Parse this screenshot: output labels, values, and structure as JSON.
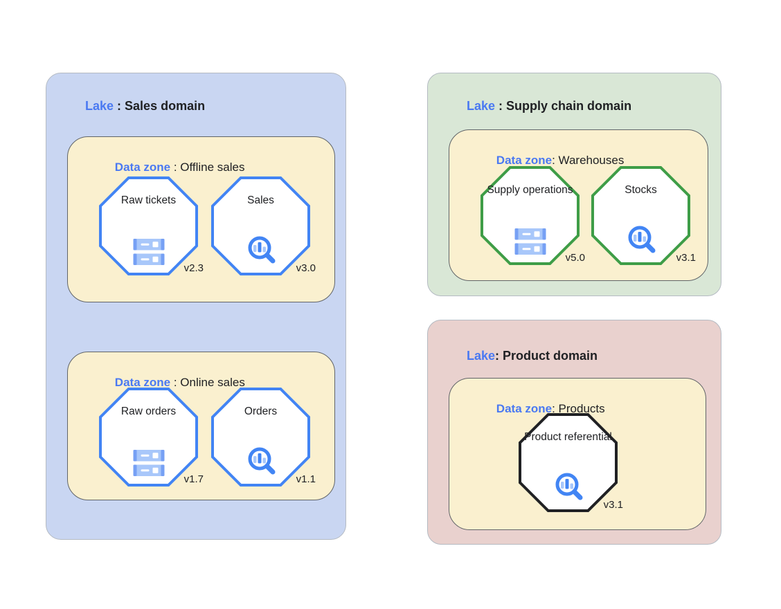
{
  "colors": {
    "label_blue": "#4a79f2",
    "text_dark": "#202124",
    "lake_blue_bg": "#c9d6f2",
    "lake_green_bg": "#d9e7d6",
    "lake_pink_bg": "#e9d1ce",
    "zone_bg": "#faf0cf",
    "zone_border": "#606468",
    "lake_border": "#b4bac2",
    "octagon_blue": "#4284f4",
    "octagon_green": "#3e9d47",
    "octagon_black": "#202124",
    "icon_blue": "#4285f4",
    "icon_light": "#a8c7fa",
    "icon_mid": "#76a0f4"
  },
  "lakes": [
    {
      "title": {
        "prefix": "Lake",
        "rest": " : Sales domain"
      },
      "zones": [
        {
          "title": {
            "prefix": "Data zone",
            "rest": " : Offline sales"
          },
          "entities": [
            {
              "name": "Raw tickets",
              "icon": "storage-icon",
              "version": "v2.3"
            },
            {
              "name": "Sales",
              "icon": "search-chart-icon",
              "version": "v3.0"
            }
          ]
        },
        {
          "title": {
            "prefix": "Data zone",
            "rest": " : Online sales"
          },
          "entities": [
            {
              "name": "Raw orders",
              "icon": "storage-icon",
              "version": "v1.7"
            },
            {
              "name": "Orders",
              "icon": "search-chart-icon",
              "version": "v1.1"
            }
          ]
        }
      ]
    },
    {
      "title": {
        "prefix": "Lake",
        "rest": " : Supply chain domain"
      },
      "zones": [
        {
          "title": {
            "prefix": "Data zone",
            "rest": ": Warehouses"
          },
          "entities": [
            {
              "name": "Supply operations",
              "icon": "storage-icon",
              "version": "v5.0"
            },
            {
              "name": "Stocks",
              "icon": "search-chart-icon",
              "version": "v3.1"
            }
          ]
        }
      ]
    },
    {
      "title": {
        "prefix": "Lake",
        "rest": ": Product domain"
      },
      "zones": [
        {
          "title": {
            "prefix": "Data zone",
            "rest": ": Products"
          },
          "entities": [
            {
              "name": "Product referential",
              "icon": "search-chart-icon",
              "version": "v3.1"
            }
          ]
        }
      ]
    }
  ]
}
